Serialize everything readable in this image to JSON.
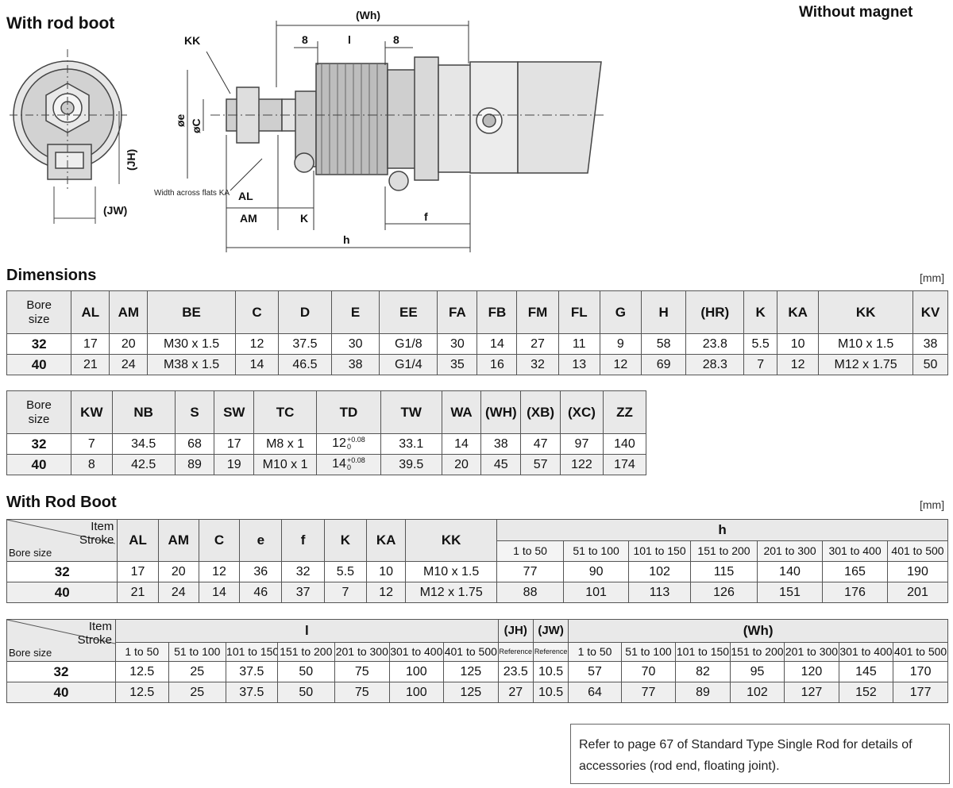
{
  "titles": {
    "with_rod_boot": "With rod boot",
    "without_magnet": "Without magnet",
    "dimensions": "Dimensions",
    "with_rod_boot_section": "With Rod Boot",
    "unit": "[mm]"
  },
  "drawing_labels": {
    "wh": "(Wh)",
    "kk": "KK",
    "e": "øe",
    "c": "øC",
    "eight_left": "8",
    "l": "l",
    "eight_right": "8",
    "jh": "(JH)",
    "jw": "(JW)",
    "ka_note": "Width across flats KA",
    "al": "AL",
    "am": "AM",
    "k": "K",
    "f": "f",
    "h": "h"
  },
  "dimensions_table_1": {
    "corner": [
      "Bore",
      "size"
    ],
    "headers": [
      "AL",
      "AM",
      "BE",
      "C",
      "D",
      "E",
      "EE",
      "FA",
      "FB",
      "FM",
      "FL",
      "G",
      "H",
      "(HR)",
      "K",
      "KA",
      "KK",
      "KV"
    ],
    "rows": [
      {
        "bore": "32",
        "cells": [
          "17",
          "20",
          "M30 x 1.5",
          "12",
          "37.5",
          "30",
          "G1/8",
          "30",
          "14",
          "27",
          "11",
          "9",
          "58",
          "23.8",
          "5.5",
          "10",
          "M10 x 1.5",
          "38"
        ]
      },
      {
        "bore": "40",
        "cells": [
          "21",
          "24",
          "M38 x 1.5",
          "14",
          "46.5",
          "38",
          "G1/4",
          "35",
          "16",
          "32",
          "13",
          "12",
          "69",
          "28.3",
          "7",
          "12",
          "M12 x 1.75",
          "50"
        ]
      }
    ]
  },
  "dimensions_table_2": {
    "corner": [
      "Bore",
      "size"
    ],
    "headers": [
      "KW",
      "NB",
      "S",
      "SW",
      "TC",
      "TD",
      "TW",
      "WA",
      "(WH)",
      "(XB)",
      "(XC)",
      "ZZ"
    ],
    "td_tolerance": {
      "upper": "+0.08",
      "lower": "0"
    },
    "rows": [
      {
        "bore": "32",
        "cells": [
          "7",
          "34.5",
          "68",
          "17",
          "M8 x 1",
          "12",
          "33.1",
          "14",
          "38",
          "47",
          "97",
          "140"
        ]
      },
      {
        "bore": "40",
        "cells": [
          "8",
          "42.5",
          "89",
          "19",
          "M10 x 1",
          "14",
          "39.5",
          "20",
          "45",
          "57",
          "122",
          "174"
        ]
      }
    ]
  },
  "rod_boot_table_1": {
    "corner": {
      "item": "Item",
      "stroke": "Stroke",
      "bore": "Bore size"
    },
    "headers": [
      "AL",
      "AM",
      "C",
      "e",
      "f",
      "K",
      "KA",
      "KK"
    ],
    "h_group": "h",
    "h_strokes": [
      "1 to 50",
      "51 to 100",
      "101 to 150",
      "151 to 200",
      "201 to 300",
      "301 to 400",
      "401 to 500"
    ],
    "rows": [
      {
        "bore": "32",
        "cells": [
          "17",
          "20",
          "12",
          "36",
          "32",
          "5.5",
          "10",
          "M10 x 1.5"
        ],
        "h": [
          "77",
          "90",
          "102",
          "115",
          "140",
          "165",
          "190"
        ]
      },
      {
        "bore": "40",
        "cells": [
          "21",
          "24",
          "14",
          "46",
          "37",
          "7",
          "12",
          "M12 x 1.75"
        ],
        "h": [
          "88",
          "101",
          "113",
          "126",
          "151",
          "176",
          "201"
        ]
      }
    ]
  },
  "rod_boot_table_2": {
    "corner": {
      "item": "Item",
      "stroke": "Stroke",
      "bore": "Bore size"
    },
    "l_group": "l",
    "l_strokes": [
      "1 to 50",
      "51 to 100",
      "101 to 150",
      "151 to 200",
      "201 to 300",
      "301 to 400",
      "401 to 500"
    ],
    "jh": {
      "label": "(JH)",
      "sub": "Reference"
    },
    "jw": {
      "label": "(JW)",
      "sub": "Reference"
    },
    "wh_group": "(Wh)",
    "wh_strokes": [
      "1 to 50",
      "51 to 100",
      "101 to 150",
      "151 to 200",
      "201 to 300",
      "301 to 400",
      "401 to 500"
    ],
    "rows": [
      {
        "bore": "32",
        "l": [
          "12.5",
          "25",
          "37.5",
          "50",
          "75",
          "100",
          "125"
        ],
        "jh": "23.5",
        "jw": "10.5",
        "wh": [
          "57",
          "70",
          "82",
          "95",
          "120",
          "145",
          "170"
        ]
      },
      {
        "bore": "40",
        "l": [
          "12.5",
          "25",
          "37.5",
          "50",
          "75",
          "100",
          "125"
        ],
        "jh": "27",
        "jw": "10.5",
        "wh": [
          "64",
          "77",
          "89",
          "102",
          "127",
          "152",
          "177"
        ]
      }
    ]
  },
  "note": "Refer to page 67 of Standard Type Single Rod for details of accessories (rod end, floating joint)."
}
